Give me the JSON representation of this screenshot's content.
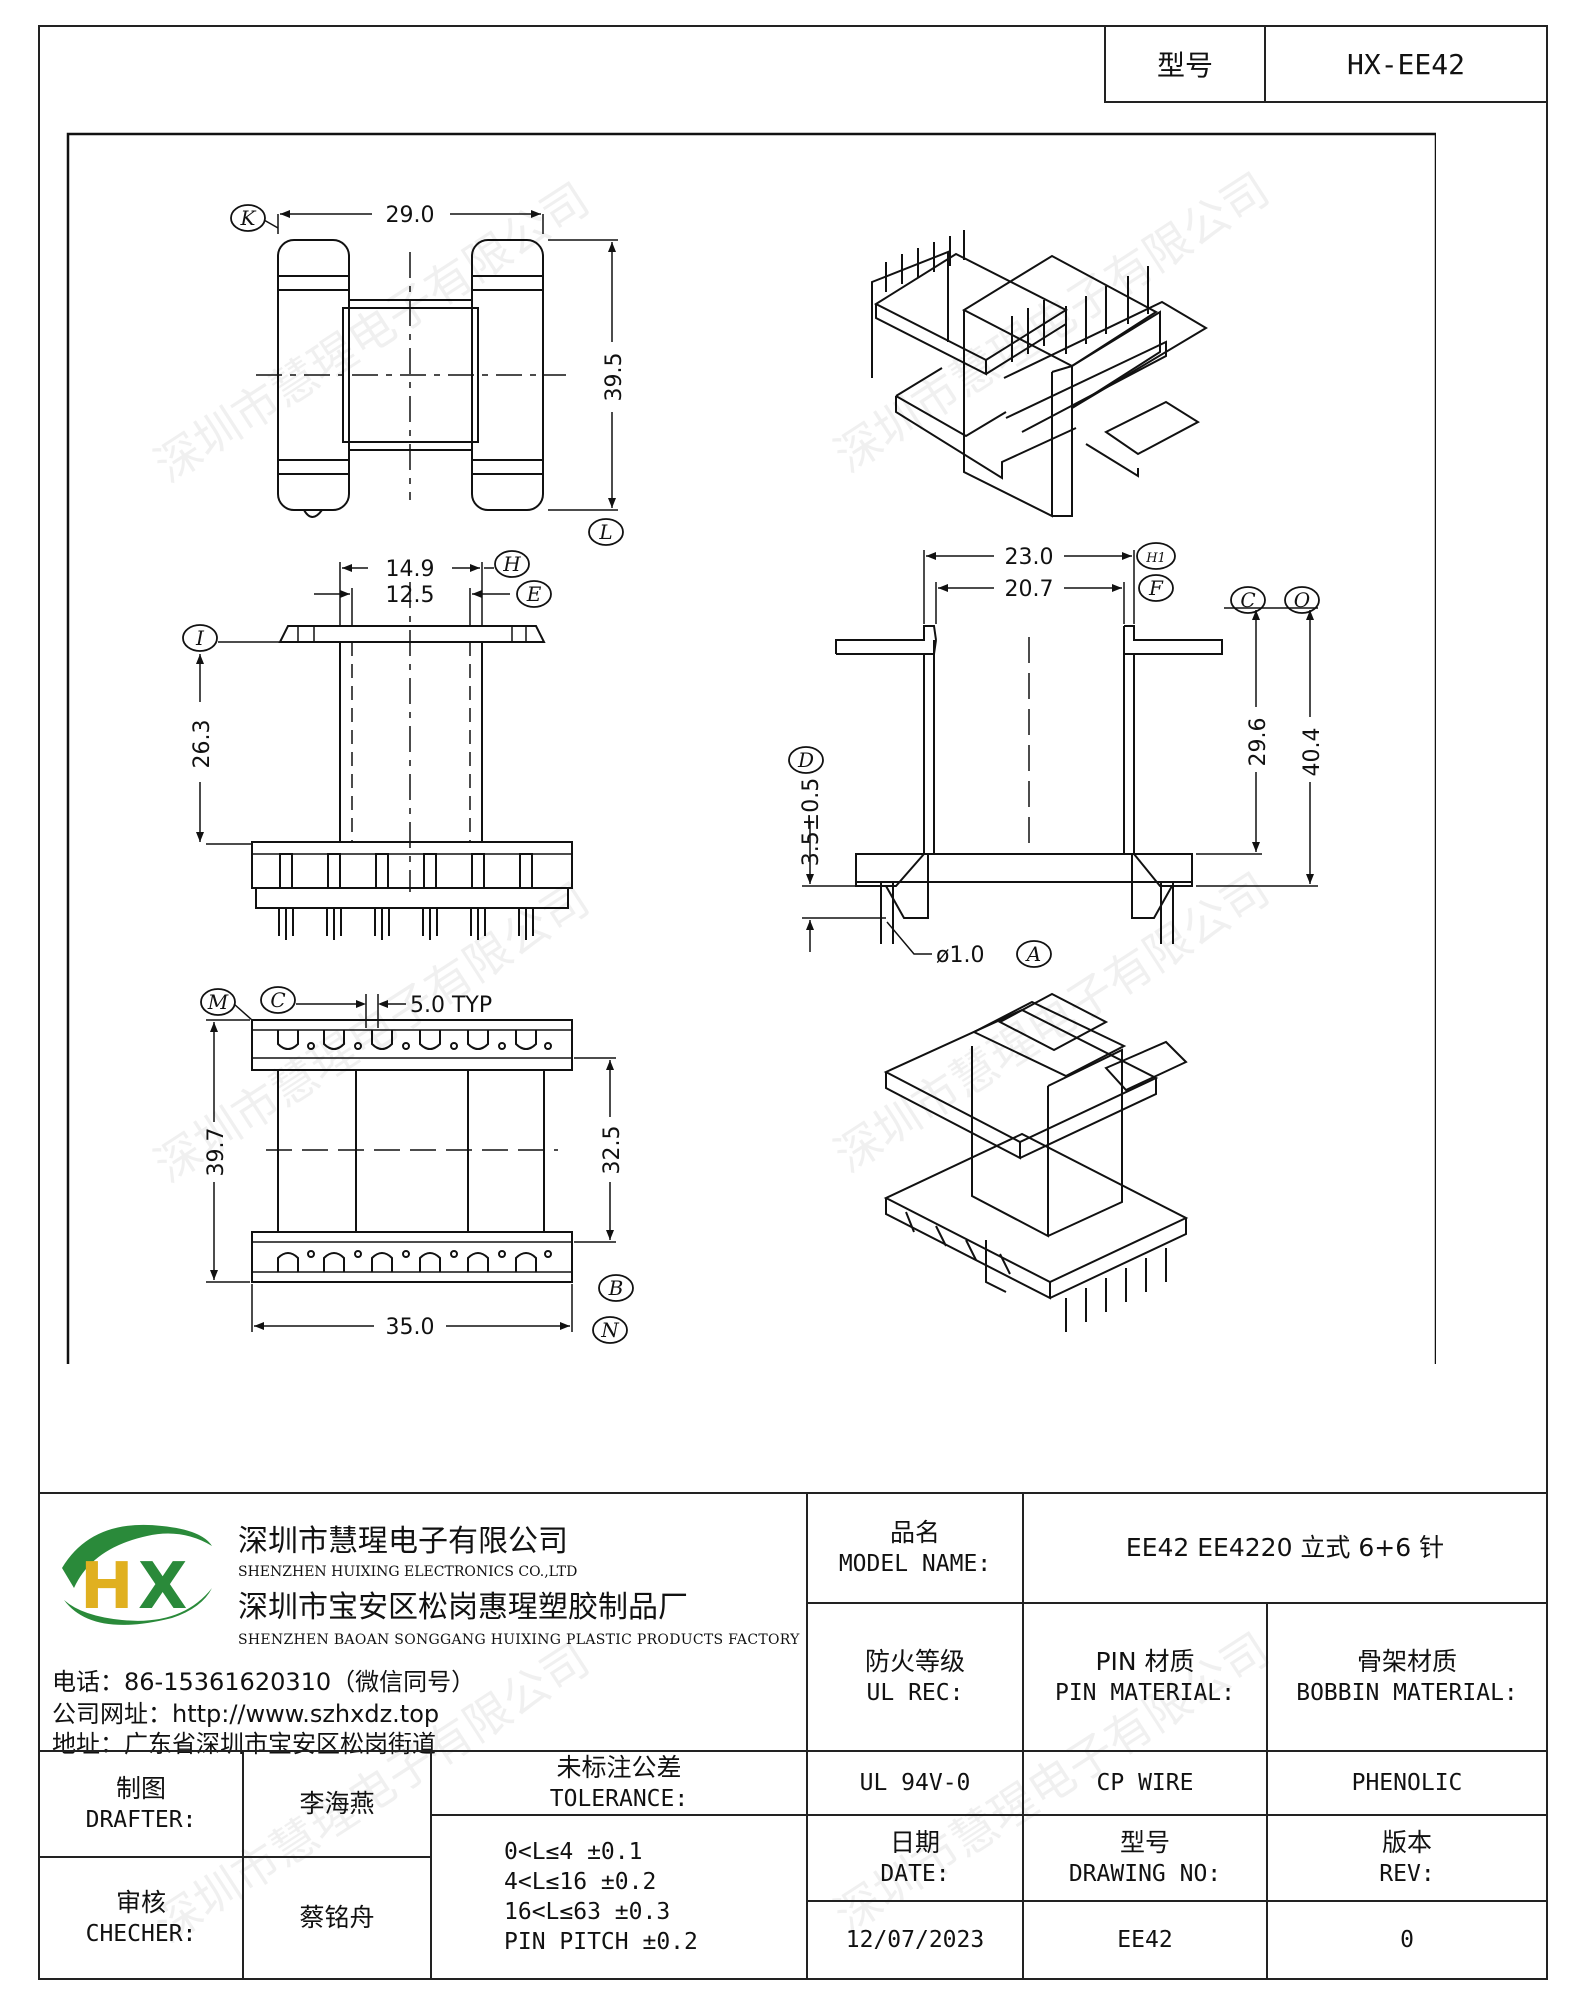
{
  "header": {
    "model_label": "型号",
    "model_value": "HX-EE42"
  },
  "drawing": {
    "dims": {
      "d29": "29.0",
      "d395": "39.5",
      "d149": "14.9",
      "d125": "12.5",
      "d263": "26.3",
      "d230": "23.0",
      "d207": "20.7",
      "d296": "29.6",
      "d404": "40.4",
      "d35": "3.5±0.5",
      "dia": "ø1.0",
      "pitch": "5.0 TYP",
      "d397": "39.7",
      "d325": "32.5",
      "d350": "35.0"
    },
    "callouts": {
      "K": "K",
      "L": "L",
      "H": "H",
      "E": "E",
      "I": "I",
      "H1": "H1",
      "F": "F",
      "C": "C",
      "O": "O",
      "D": "D",
      "A": "A",
      "M": "M",
      "B": "B",
      "N": "N"
    }
  },
  "watermark": "深圳市慧瑆电子有限公司",
  "company": {
    "name_cn": "深圳市慧瑆电子有限公司",
    "name_en": "SHENZHEN HUIXING ELECTRONICS CO.,LTD",
    "factory_cn": "深圳市宝安区松岗惠瑆塑胶制品厂",
    "factory_en": "SHENZHEN BAOAN SONGGANG HUIXING PLASTIC PRODUCTS FACTORY",
    "phone": "电话：86-15361620310（微信同号）",
    "website": "公司网址：http://www.szhxdz.top",
    "address": "地址：广东省深圳市宝安区松岗街道"
  },
  "titleblock": {
    "model_name_cn": "品名",
    "model_name_en": "MODEL NAME:",
    "model_name_value": "EE42 EE4220 立式 6+6 针",
    "ul_cn": "防火等级",
    "ul_en": "UL REC:",
    "pin_cn": "PIN 材质",
    "pin_en": "PIN MATERIAL:",
    "bobbin_cn": "骨架材质",
    "bobbin_en": "BOBBIN MATERIAL:",
    "ul_value": "UL 94V-0",
    "pin_value": "CP WIRE",
    "bobbin_value": "PHENOLIC",
    "drafter_cn": "制图",
    "drafter_en": "DRAFTER:",
    "drafter_name": "李海燕",
    "checker_cn": "审核",
    "checker_en": "CHECHER:",
    "checker_name": "蔡铭舟",
    "tol_cn": "未标注公差",
    "tol_en": "TOLERANCE:",
    "tol_lines": [
      "0<L≤4  ±0.1",
      "4<L≤16  ±0.2",
      "16<L≤63  ±0.3",
      "PIN PITCH  ±0.2"
    ],
    "date_cn": "日期",
    "date_en": "DATE:",
    "drawno_cn": "型号",
    "drawno_en": "DRAWING NO:",
    "rev_cn": "版本",
    "rev_en": "REV:",
    "date_value": "12/07/2023",
    "drawno_value": "EE42",
    "rev_value": "0"
  }
}
